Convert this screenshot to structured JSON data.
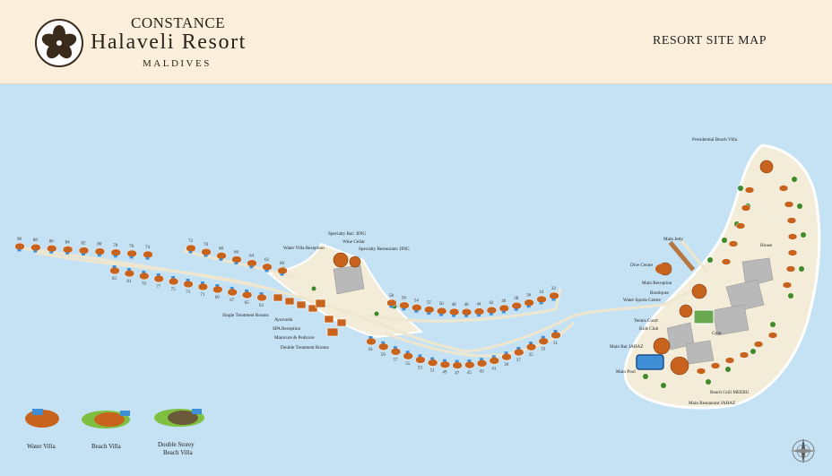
{
  "header": {
    "brand_line1": "CONSTANCE",
    "brand_line2": "Halaveli Resort",
    "brand_line3": "MALDIVES",
    "title": "RESORT SITE MAP"
  },
  "colors": {
    "sea": "#c4e2f4",
    "sand": "#f3ecd8",
    "villa": "#c8631d",
    "building": "#b9b9b9",
    "palm": "#3d8a2a",
    "header_bg": "#fbefdc"
  },
  "icons": [
    "frangipani-flower-logo",
    "compass-rose-icon"
  ],
  "map": {
    "labels": {
      "presidential_beach_villa": "Presidential Beach Villa",
      "main_jetty": "Main Jetty",
      "dive_centre": "Dive Centre",
      "main_reception": "Main Reception",
      "boutiques": "Boutiques",
      "water_sports_centre": "Water Sports Centre",
      "tennis_court": "Tennis Court",
      "kids_club": "Kids Club",
      "main_bar": "Main Bar JAHAZ",
      "main_pool": "Main Pool",
      "beach_grill": "Beach Grill MEEBU",
      "main_restaurant": "Main Restaurant JAHAZ",
      "gym": "Gym",
      "house": "House",
      "water_villa_reception": "Water Villa Reception",
      "specialty_bar": "Specialty Bar: JING",
      "wine_cellar": "Wine Cellar",
      "specialty_restaurant": "Specialty Restaurant: JING",
      "single_treatment_rooms": "Single Treatment Rooms",
      "ayurveda": "Ayurveda",
      "spa_reception": "SPA Reception",
      "manicure": "Manicure & Pedicure",
      "double_treatment_rooms": "Double Treatment Rooms"
    },
    "water_villa_numbers": {
      "top_left": [
        "90",
        "88",
        "86",
        "84",
        "82",
        "80",
        "78",
        "76",
        "74"
      ],
      "bottom_left": [
        "83",
        "81",
        "79",
        "77",
        "75",
        "73",
        "71",
        "69",
        "67",
        "65",
        "63"
      ],
      "mid_upper": [
        "72",
        "70",
        "68",
        "66",
        "64",
        "62",
        "60"
      ],
      "east_upper": [
        "58",
        "56",
        "54",
        "52",
        "50",
        "48",
        "46",
        "44",
        "42",
        "40",
        "38",
        "36",
        "34",
        "32"
      ],
      "east_lower": [
        "61",
        "59",
        "57",
        "55",
        "53",
        "51",
        "49",
        "47",
        "45",
        "43",
        "41",
        "39",
        "37",
        "35",
        "33",
        "31"
      ]
    },
    "legend": [
      {
        "line1": "Water Villa",
        "line2": ""
      },
      {
        "line1": "Beach Villa",
        "line2": ""
      },
      {
        "line1": "Double Storey",
        "line2": "Beach Villa"
      }
    ]
  }
}
